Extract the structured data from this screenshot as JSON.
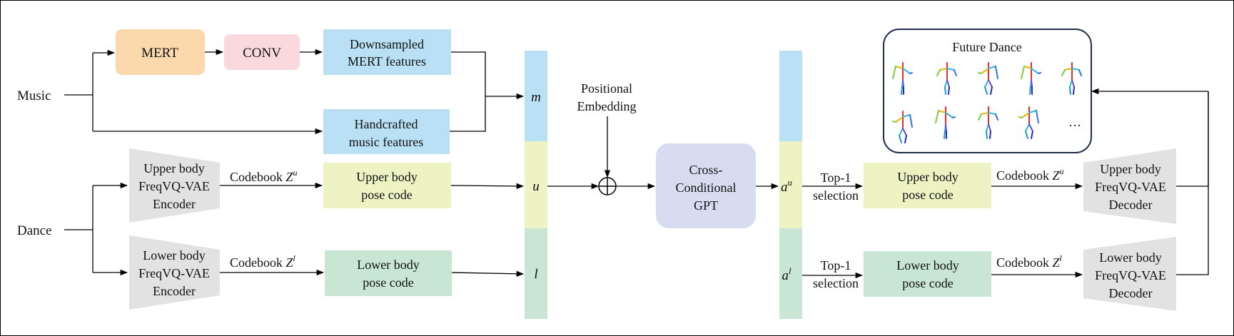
{
  "colors": {
    "mert": "#fcd8ad",
    "conv": "#fad9de",
    "feature_blue": "#b9e0f4",
    "upper_yellow": "#eef3c3",
    "lower_green": "#c8e6d3",
    "gpt_lavender": "#d8dcf0",
    "trapezoid_gray": "#e2e2e2",
    "arrow": "#000000"
  },
  "inputs": {
    "music": "Music",
    "dance": "Dance"
  },
  "music_branch": {
    "mert": "MERT",
    "conv": "CONV",
    "downsampled_line1": "Downsampled",
    "downsampled_line2": "MERT features",
    "handcrafted_line1": "Handcrafted",
    "handcrafted_line2": "music features"
  },
  "dance_branch": {
    "upper_encoder": [
      "Upper body",
      "FreqVQ-VAE",
      "Encoder"
    ],
    "lower_encoder": [
      "Lower body",
      "FreqVQ-VAE",
      "Encoder"
    ],
    "codebook_label": "Codebook",
    "codebook_upper_symbol": "Z",
    "codebook_upper_sup": "u",
    "codebook_lower_symbol": "Z",
    "codebook_lower_sup": "l",
    "upper_pose_line1": "Upper body",
    "upper_pose_line2": "pose code",
    "lower_pose_line1": "Lower body",
    "lower_pose_line2": "pose code"
  },
  "token_column": {
    "m": "m",
    "u": "u",
    "l": "l"
  },
  "positional": {
    "line1": "Positional",
    "line2": "Embedding",
    "operator": "⊕"
  },
  "gpt": {
    "line1": "Cross-",
    "line2": "Conditional",
    "line3": "GPT"
  },
  "output_column": {
    "au_base": "a",
    "au_sup": "u",
    "al_base": "a",
    "al_sup": "l"
  },
  "selection": {
    "line1": "Top-1",
    "line2": "selection"
  },
  "decoders": {
    "upper": [
      "Upper body",
      "FreqVQ-VAE",
      "Decoder"
    ],
    "lower": [
      "Lower body",
      "FreqVQ-VAE",
      "Decoder"
    ]
  },
  "future_dance": {
    "title": "Future Dance",
    "ellipsis": "…"
  }
}
